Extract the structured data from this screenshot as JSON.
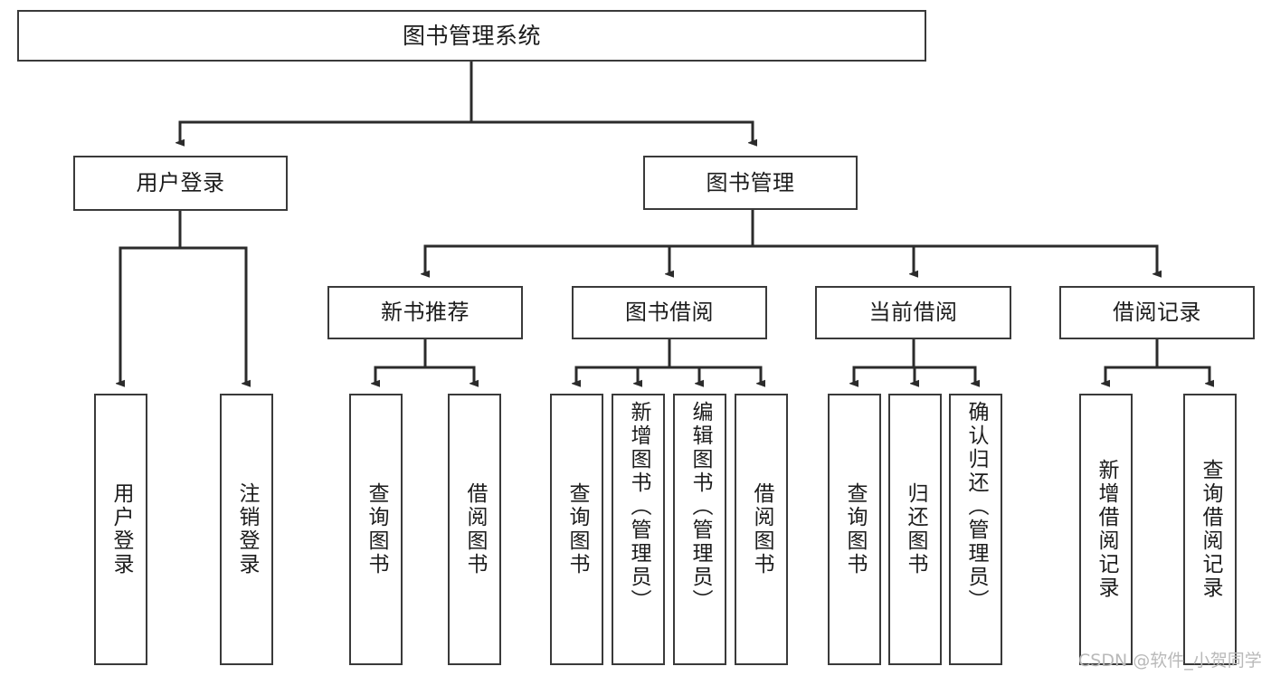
{
  "diagram": {
    "type": "tree-hierarchy",
    "title": "图书管理系统",
    "orientation": "top-down",
    "colors": {
      "box_border": "#3a3a3a",
      "box_fill": "#ffffff",
      "connector": "#2b2b2b",
      "text": "#1c1c1c",
      "watermark": "#b9b9b9",
      "background": "#ffffff"
    },
    "root": {
      "id": "root",
      "label": "图书管理系统"
    },
    "level1": [
      {
        "id": "user-login",
        "label": "用户登录"
      },
      {
        "id": "book-management",
        "label": "图书管理"
      }
    ],
    "level2": [
      {
        "id": "new-book-recommend",
        "label": "新书推荐",
        "parent": "book-management"
      },
      {
        "id": "book-borrow",
        "label": "图书借阅",
        "parent": "book-management"
      },
      {
        "id": "current-borrow",
        "label": "当前借阅",
        "parent": "book-management"
      },
      {
        "id": "borrow-record",
        "label": "借阅记录",
        "parent": "book-management"
      }
    ],
    "leaves": {
      "user-login": [
        {
          "id": "leaf-user-login",
          "label": "用户登录"
        },
        {
          "id": "leaf-logout-login",
          "label": "注销登录"
        }
      ],
      "new-book-recommend": [
        {
          "id": "leaf-query-book-1",
          "label": "查询图书"
        },
        {
          "id": "leaf-borrow-book-1",
          "label": "借阅图书"
        }
      ],
      "book-borrow": [
        {
          "id": "leaf-query-book-2",
          "label": "查询图书"
        },
        {
          "id": "leaf-add-book-admin",
          "label": "新增图书（管理员）"
        },
        {
          "id": "leaf-edit-book-admin",
          "label": "编辑图书（管理员）"
        },
        {
          "id": "leaf-borrow-book-2",
          "label": "借阅图书"
        }
      ],
      "current-borrow": [
        {
          "id": "leaf-query-book-3",
          "label": "查询图书"
        },
        {
          "id": "leaf-return-book",
          "label": "归还图书"
        },
        {
          "id": "leaf-confirm-return-admin",
          "label": "确认归还（管理员）"
        }
      ],
      "borrow-record": [
        {
          "id": "leaf-add-borrow-record",
          "label": "新增借阅记录"
        },
        {
          "id": "leaf-query-borrow-record",
          "label": "查询借阅记录"
        }
      ]
    }
  },
  "watermark": {
    "text": "CSDN @软件_小贺同学"
  }
}
